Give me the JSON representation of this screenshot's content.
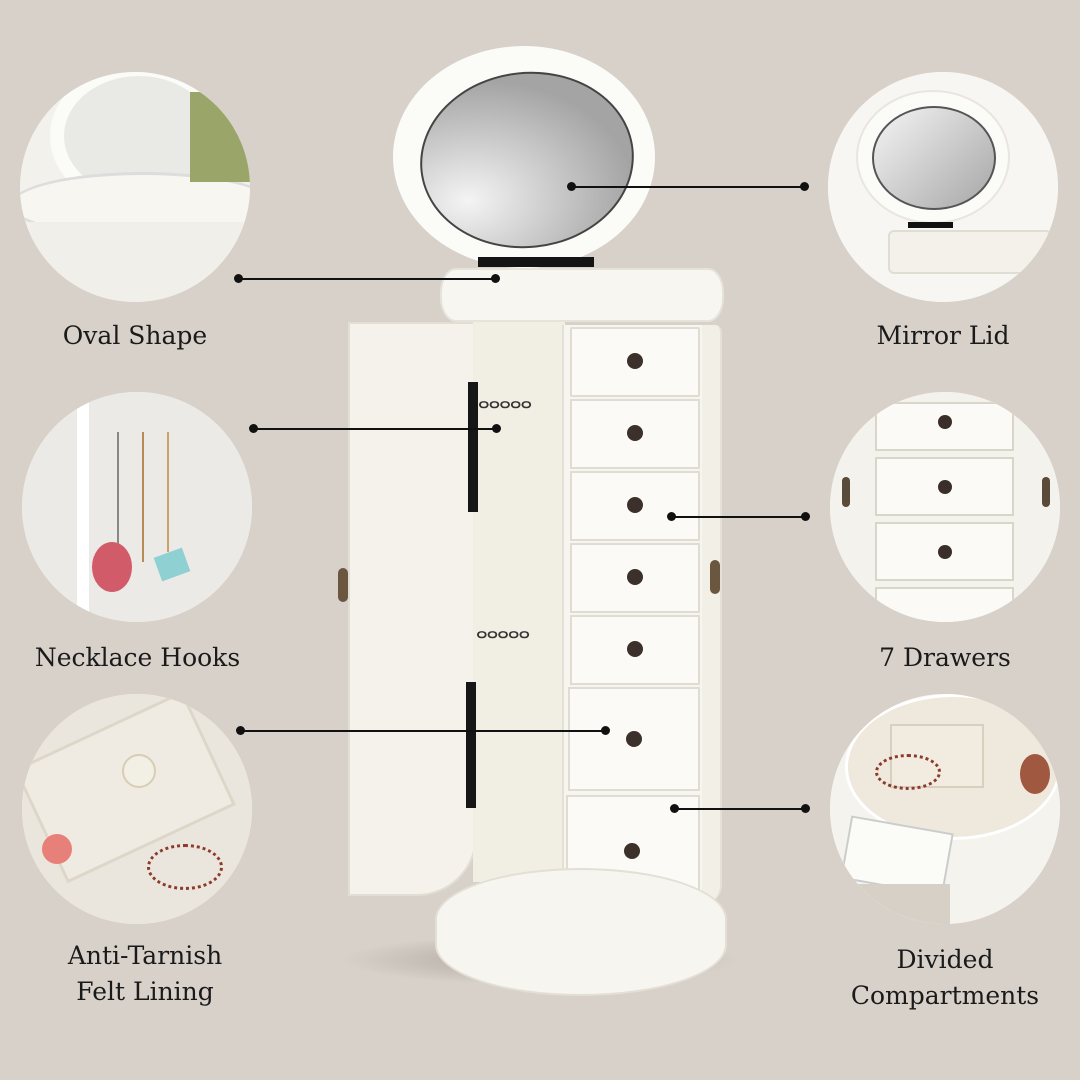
{
  "background_color": "#d8d1c9",
  "product": "Jewelry armoire with oval mirror lid, white finish",
  "features": {
    "left": [
      {
        "label": "Oval Shape",
        "icon": "oval-top-image"
      },
      {
        "label": "Necklace Hooks",
        "icon": "necklace-hooks-image"
      },
      {
        "label_line1": "Anti-Tarnish",
        "label_line2": "Felt Lining",
        "icon": "felt-lining-image"
      }
    ],
    "right": [
      {
        "label": "Mirror Lid",
        "icon": "mirror-lid-image"
      },
      {
        "label": "7 Drawers",
        "icon": "drawers-image"
      },
      {
        "label_line1": "Divided",
        "label_line2": "Compartments",
        "icon": "compartments-image"
      }
    ]
  },
  "drawer_count": 7
}
